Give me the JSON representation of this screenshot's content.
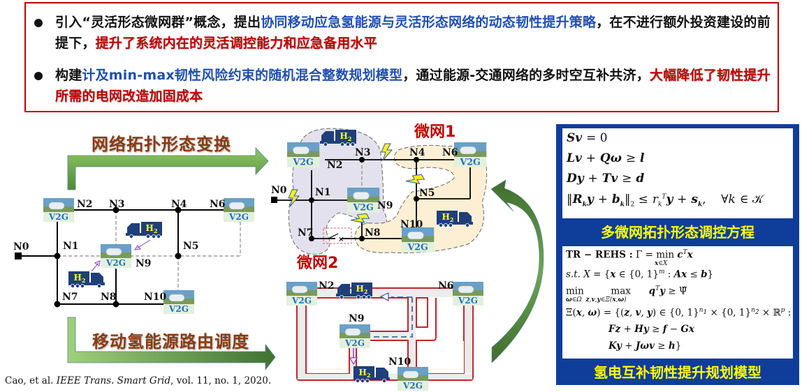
{
  "summary": {
    "bullet1": {
      "part1": "引入“灵活形态微网群”概念，提出",
      "part2_blue": "协同移动应急氢能源与灵活形态网络的动态韧性提升策略",
      "part3": "，在不进行额外投资建设的前提下，",
      "part4_red": "提升了系统内在的灵活调控能力和应急备用水平"
    },
    "bullet2": {
      "part1": "构建",
      "part2_blue": "计及min-max韧性风险约束的随机混合整数规划模型",
      "part3": "，通过能源-交通网络的多时空互补共济，",
      "part4_red": "大幅降低了韧性提升所需的电网改造加固成本"
    }
  },
  "arrows": {
    "top_label": "网络拓扑形态变换",
    "bottom_label": "移动氢能源路由调度"
  },
  "left_network": {
    "nodes": [
      "N0",
      "N1",
      "N2",
      "N3",
      "N4",
      "N5",
      "N6",
      "N7",
      "N8",
      "N9",
      "N10"
    ],
    "v2g_label": "V2G",
    "truck_label": "H2"
  },
  "microgrid_diagram": {
    "microgrid1_label": "微网1",
    "microgrid2_label": "微网2",
    "nodes": [
      "N0",
      "N1",
      "N2",
      "N3",
      "N4",
      "N5",
      "N6",
      "N7",
      "N8",
      "N9",
      "N10"
    ],
    "v2g_label": "V2G",
    "truck_label": "H2"
  },
  "road_network": {
    "nodes": [
      "N2",
      "N6",
      "N9",
      "N10"
    ],
    "v2g_label": "V2G",
    "truck_label": "H2"
  },
  "panel_top": {
    "equations": [
      "Sv = 0",
      "Lv + Qω ≥ l",
      "Dy + Tv ≥ d",
      "‖R_k y + b_k‖₂ ≤ r_kᵀ y + s_k,   ∀k ∈ 𝒦"
    ],
    "title": "多微网拓扑形态调控方程"
  },
  "panel_bottom": {
    "equations": [
      "TR − REHS : Γ = min_{x∈X} cᵀx",
      "s.t. X = {x ∈ {0,1}^m : Ax ≤ b}",
      "min_{ω∈Ω} max_{z,v,y∈Ξ(x,ω)} qᵀy ≥ Ψ̂",
      "Ξ(x,ω) = {(z,v,y) ∈ {0,1}^{n1} × {0,1}^{n2} × ℝ^p :",
      "Fz + Hy ≥ f − Gx",
      "Ky + Jωv ≥ h}"
    ],
    "title": "氢电互补韧性提升规划模型"
  },
  "citation": {
    "authors": "Cao, et al. ",
    "journal": "IEEE Trans. Smart Grid",
    "details": ", vol. 11, no. 1, 2020."
  },
  "colors": {
    "accent_red": "#c00000",
    "accent_blue": "#1f4fb0",
    "panel_blue": "#0f3d9a",
    "panel_title_yellow": "#ffff00",
    "arrow_green": "#6aa84f",
    "label_brown": "#8b3a12",
    "microgrid1_fill": "#fdf0d5",
    "microgrid2_fill": "#e6e3ee"
  }
}
